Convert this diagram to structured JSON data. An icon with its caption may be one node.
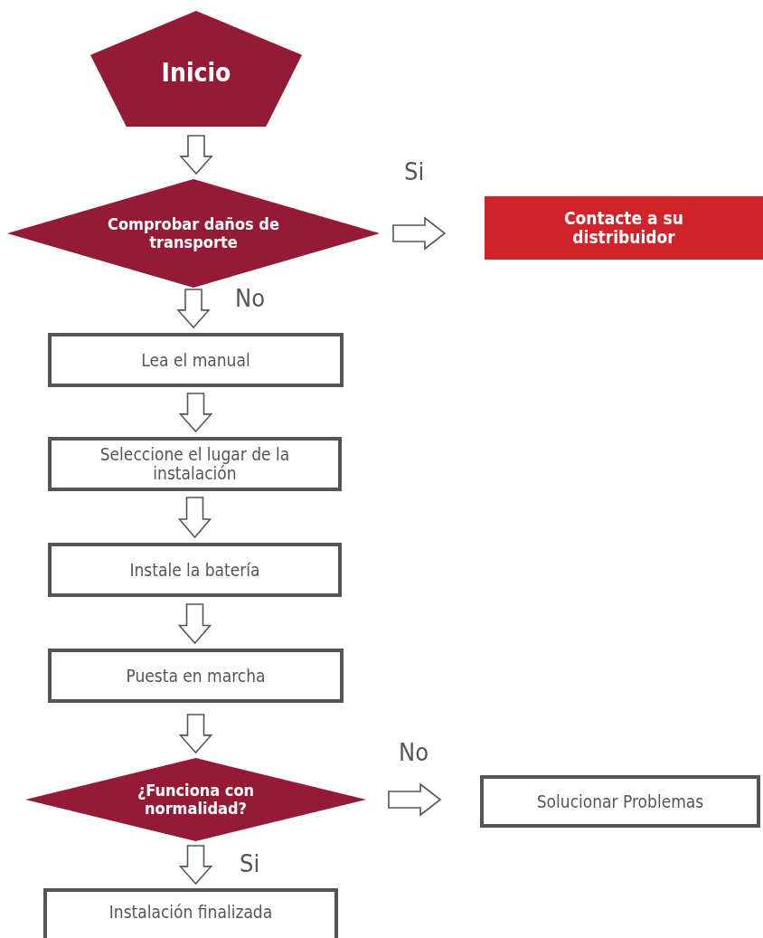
{
  "diagram": {
    "nodes": [
      {
        "text": [
          "Inicio"
        ]
      },
      {
        "text": [
          "Comprobar daños de transporte"
        ]
      },
      {
        "text": [
          "Contacte a su distribuidor"
        ]
      },
      {
        "text": [
          "Lea el manual"
        ]
      },
      {
        "text": [
          "Seleccione el lugar de la instalación"
        ]
      },
      {
        "text": [
          "Instale la batería"
        ]
      },
      {
        "text": [
          "Puesta en marcha"
        ]
      },
      {
        "text": [
          "¿Funciona con normalidad?"
        ]
      },
      {
        "text": [
          "Solucionar Problemas"
        ]
      },
      {
        "text": [
          "Instalación finalizada"
        ]
      }
    ],
    "edges": [
      {
        "from": 0,
        "to": 1,
        "arrow": "to"
      },
      {
        "from": 1,
        "to": 2,
        "arrow": "to",
        "label": "Si"
      },
      {
        "from": 1,
        "to": 3,
        "arrow": "to",
        "label": "No"
      },
      {
        "from": 3,
        "to": 4,
        "arrow": "to"
      },
      {
        "from": 4,
        "to": 5,
        "arrow": "to"
      },
      {
        "from": 5,
        "to": 6,
        "arrow": "to"
      },
      {
        "from": 6,
        "to": 7,
        "arrow": "to"
      },
      {
        "from": 7,
        "to": 8,
        "arrow": "to",
        "label": "No"
      },
      {
        "from": 7,
        "to": 9,
        "arrow": "to",
        "label": "Si"
      }
    ]
  }
}
